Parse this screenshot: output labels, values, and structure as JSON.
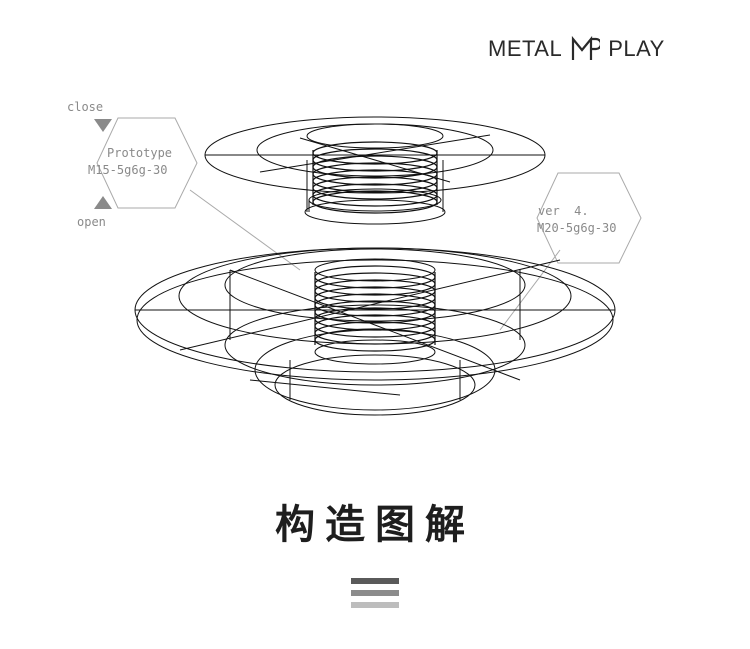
{
  "brand": {
    "left_text": "METAL",
    "right_text": "PLAY",
    "logo_icon": "mp-logo-icon"
  },
  "labels": {
    "close": "close",
    "open": "open",
    "prototype_line1": "Prototype",
    "prototype_line2": "M15-5g6g-30",
    "version_line1": "ver  4.",
    "version_line2": "M20-5g6g-30"
  },
  "heading": "构造图解",
  "colors": {
    "text": "#1e1e1e",
    "label": "#8a8a8a",
    "bar1": "#5a5a5a",
    "bar2": "#8c8c8c",
    "bar3": "#bdbdbd"
  }
}
